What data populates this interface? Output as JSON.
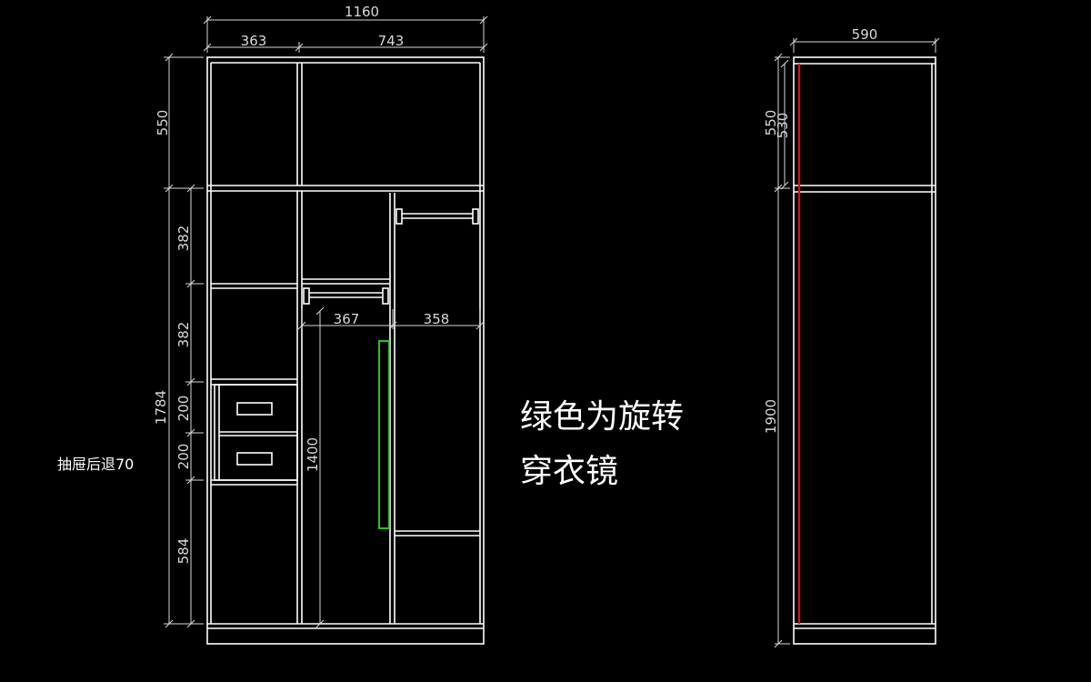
{
  "colors": {
    "background": "#000000",
    "line": "#ffffff",
    "dimension": "#d8d8d8",
    "mirror": "#2fd42f",
    "edge": "#e01010"
  },
  "front_view": {
    "width_total": "1160",
    "width_left": "363",
    "width_right": "743",
    "height_top": "550",
    "height_total": "1784",
    "shelf_1": "382",
    "shelf_2": "382",
    "drawer_1": "200",
    "drawer_2": "200",
    "bottom_space": "584",
    "mirror_height": "1400",
    "mid_width": "367",
    "right_width": "358",
    "drawer_note": "抽屉后退70"
  },
  "side_view": {
    "depth": "590",
    "height_top_outer": "550",
    "height_top_inner": "530",
    "height_bottom": "1900"
  },
  "notes": {
    "line_1": "绿色为旋转",
    "line_2": "穿衣镜"
  }
}
